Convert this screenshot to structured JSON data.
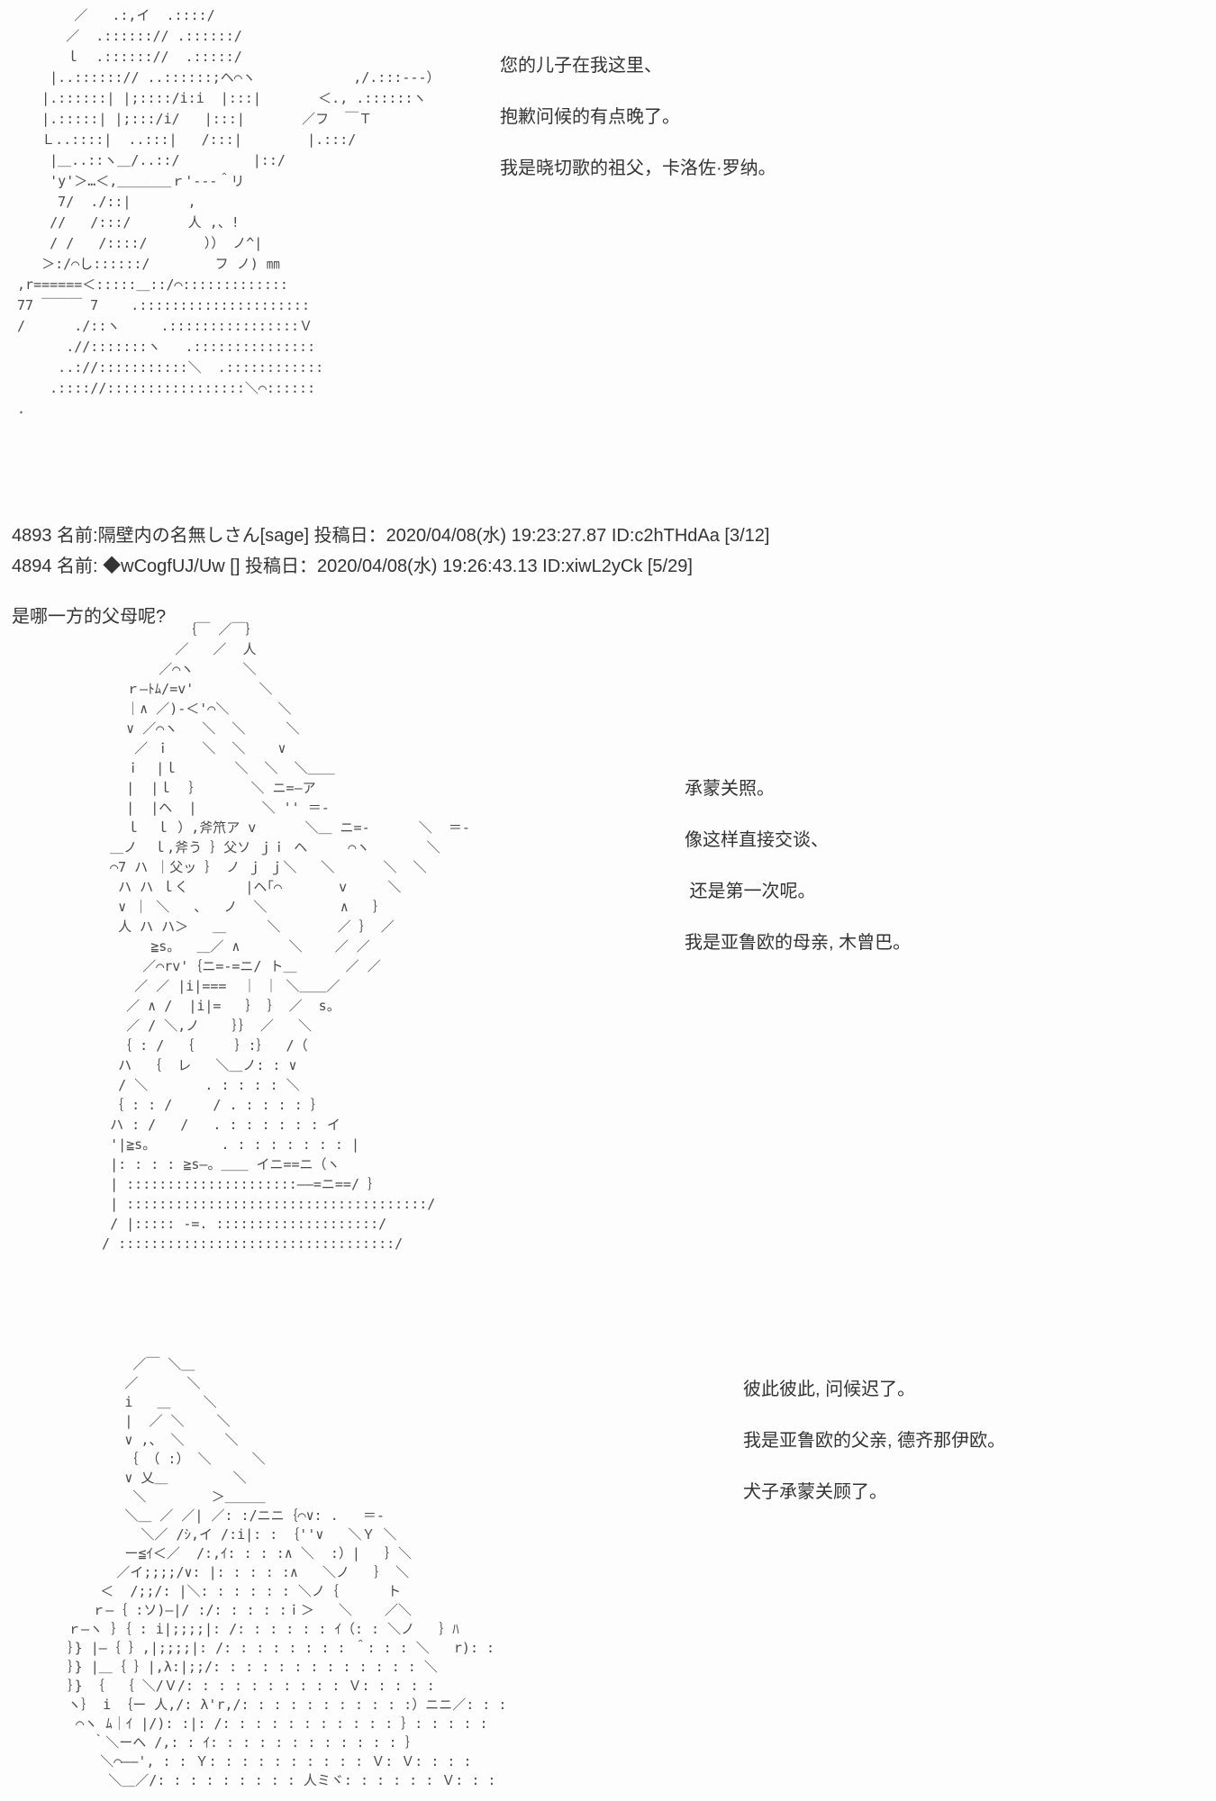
{
  "page": {
    "background": "#fdfdfd",
    "text_color": "#333333",
    "aa_color": "#4a4a4a"
  },
  "post_aa_top": {
    "ascii_art": [
      "        ／   .:,イ  .::::/",
      "       ／  .::::::// .::::::/",
      "       ｌ  .:::::://  .:::::/",
      "     |..::::::// ..::::::;ヘ⌒ヽ            ,/.:::---）",
      "    |.::::::| |;::::/i:i  |:::|       ＜., .::::::ヽ",
      "    |.:::::| |;:::/i/   |:::|       ／フ  ￣Ｔ",
      "    Ｌ..::::|  ..:::|   /:::|        |.:::/",
      "     |＿..::ヽ＿/..::/         |::/",
      "     'y'＞…＜,＿＿＿＿ｒ'---＾リ",
      "      7/  ./::|       ,",
      "     //   /:::/       人 ,、!",
      "     / /   /::::/       ）） ノ^|",
      "    ＞:/⌒し::::::/        フ ノ) ㎜",
      " ,r======＜:::::＿::/⌒:::::::::::::",
      " 77 ￣￣￣ 7    .:::::::::::::::::::::",
      " /      ./::ヽ     .::::::::::::::::Ｖ",
      "       .//:::::::ヽ   .:::::::::::::::",
      "      ..://:::::::::::＼  .::::::::::::",
      "     .:::://:::::::::::::::::＼⌒::::::",
      " ."
    ],
    "dialogue": [
      "您的儿子在我这里、",
      "抱歉问候的有点晚了。",
      "我是晓切歌的祖父，卡洛佐·罗纳。"
    ]
  },
  "post_4893": {
    "header": "4893 名前:隔壁内の名無しさん[sage] 投稿日：2020/04/08(水) 19:23:27.87 ID:c2hTHdAa [3/12]",
    "body": "是哪一方的父母呢?"
  },
  "post_4894": {
    "header": "4894 名前: ◆wCogfUJ/Uw [] 投稿日：2020/04/08(水) 19:26:43.13 ID:xiwL2yCk [5/29]",
    "mother": {
      "ascii_art": [
        "            ｛￣ ／￣｝",
        "           ／   ／  人",
        "         ／⌒ヽ      ＼",
        "     ｒ―ﾄﾑ/=v'        ＼",
        "     ｜∧ ／)-＜'⌒＼      ＼",
        "     ∨ ／⌒ヽ   ＼  ＼     ＼",
        "      ／ ｉ    ＼  ＼    ∨",
        "     ｉ  |ｌ       ＼  ＼  ＼＿＿",
        "     |  |ｌ  ｝      ＼ ニ=―ア",
        "     |  |ヘ  |        ＼ '' ＝-",
        "     ｌ  ｌ ）,斧笊ア v      ＼＿ ニ=-      ＼  ＝-",
        "   ＿ノ  ｌ,斧う ｝父ソ ｊｉ ヘ     ⌒ヽ       ＼",
        "   ⌒7 ハ ｜父ッ ｝ ノ ｊ ｊ＼   ＼      ＼  ＼",
        "    ハ ハ ｌく       |ヘ｢⌒       v     ＼",
        "    ∨ ｜ ＼   、  ノ  ＼         ∧   ｝",
        "    人 ハ ハ＞   ＿     ＼       ／ ｝ ／",
        "        ≧s。  ＿／ ∧      ＼    ／ ／",
        "       ／⌒rv'｛ニ=-=ニ/ ト＿      ／ ／",
        "      ／ ／ |i|===  ｜ ｜ ＼＿＿／",
        "     ／ ∧ /  |i|=   ｝ ｝ ／  s。",
        "     ／ / ＼,ノ    ｝｝ ／   ＼",
        "    ｛ : /  ｛     ｝:｝  /（",
        "    ハ  ｛  レ   ＼＿ノ: : ∨",
        "    / ＼       . : : : : ＼",
        "   ｛ : : /     / . : : : : ｝",
        "   ハ : /   /   . : : : : : : イ",
        "   '|≧s。        . : : : : : : : |",
        "   |: : : : ≧s―。＿＿ イニ==ニ（ヽ",
        "   | :::::::::::::::::::::――=ニ==/ ｝",
        "   | :::::::::::::::::::::::::::::::::::::/",
        "   / |::::: ‐=. ::::::::::::::::::::/",
        "  / ::::::::::::::::::::::::::::::::::/"
      ],
      "dialogue": [
        "承蒙关照。",
        "像这样直接交谈、",
        " 还是第一次呢。",
        "我是亚鲁欧的母亲, 木曾巴。"
      ]
    },
    "father": {
      "ascii_art": [
        "             ／￣ ＼＿",
        "            ／      ＼",
        "            i   ＿    ＼",
        "            |  ／ ＼    ＼",
        "            ∨ ,、 ＼     ＼",
        "            ｛ （ :） ＼     ＼",
        "            ∨ 乂＿        ＼",
        "             ＼        ＞＿＿＿",
        "            ＼＿ ／ ／| ／: :/ニニ｛⌒∨: .   ＝-",
        "              ＼／ /ｼ,イ /:i|: : ｛''∨   ＼Ｙ ＼",
        "            ー≦ｲ＜／  /:,ｲ: : : :∧ ＼  :）|   ｝＼",
        "           ／イ;;;;/∨: |: : : : :∧   ＼ノ   ｝ ＼",
        "         ＜  /;;/: |＼: : : : : : ＼ノ｛      ト",
        "        ｒ―｛ :ソ)―|/ :/: : : : :ｉ＞   ＼    ／＼",
        "     ｒ―ヽ ｝｛ : i|;;;;|: /: : : : : : ｲ（: : ＼ノ   ｝ﾊ",
        "     ｝} |―｛ ｝,|;;;;|: /: : : : : : : : ＾: : : ＼   r): :",
        "     ｝} |＿｛ ｝|,λ:|;;/: : : : : : : : : : : : : ＼",
        "     ｝} ｛  ｛ ＼/Ｖ/: : : : : : : : : : Ｖ: : : : :",
        "     ヽ｝ i ｛ー 人,/: λ'r,/: : : : : : : : : : :）ニニ／: : :",
        "      ⌒ヽ ﾑ｜ｲ |/): :|: /: : : : : : : : : : : ｝: : : : :",
        "        ｀＼ーヘ /,: : ｲ: : : : : : : : : : : : ｝",
        "         ＼⌒――', : : Ｙ: : : : : : : : : : Ｖ: Ｖ: : : :",
        "          ＼＿／/: : : : : : : : : 人ミヾ: : : : : : Ｖ: : :"
      ],
      "dialogue": [
        "彼此彼此, 问候迟了。",
        "我是亚鲁欧的父亲, 德齐那伊欧。",
        "犬子承蒙关顾了。"
      ]
    }
  }
}
